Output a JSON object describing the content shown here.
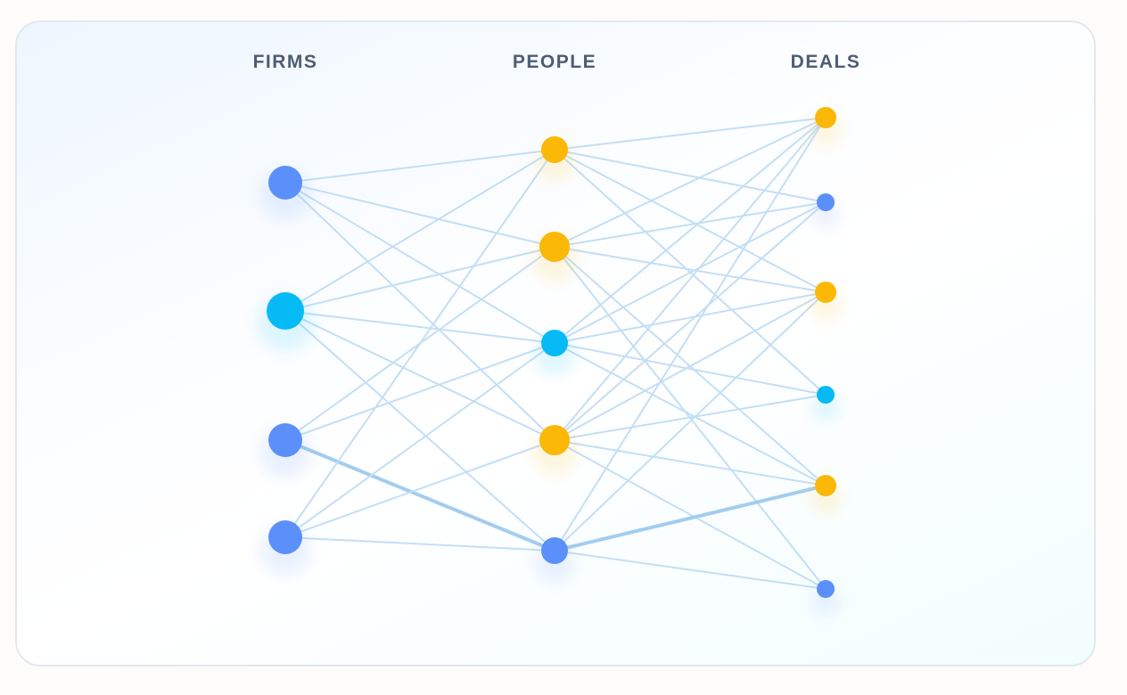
{
  "columns": [
    {
      "title": "FIRMS",
      "nodes": [
        {
          "id": "f1",
          "type": "blue",
          "size": "lg"
        },
        {
          "id": "f2",
          "type": "cyan",
          "size": "xl"
        },
        {
          "id": "f3",
          "type": "blue",
          "size": "lg"
        },
        {
          "id": "f4",
          "type": "blue",
          "size": "lg"
        }
      ]
    },
    {
      "title": "PEOPLE",
      "nodes": [
        {
          "id": "p1",
          "type": "yellow",
          "size": "md"
        },
        {
          "id": "p2",
          "type": "yellow",
          "size": "ml"
        },
        {
          "id": "p3",
          "type": "cyan",
          "size": "md"
        },
        {
          "id": "p4",
          "type": "yellow",
          "size": "ml"
        },
        {
          "id": "p5",
          "type": "blue",
          "size": "md"
        }
      ]
    },
    {
      "title": "DEALS",
      "nodes": [
        {
          "id": "d1",
          "type": "yellow",
          "size": "sm"
        },
        {
          "id": "d2",
          "type": "blue",
          "size": "xs"
        },
        {
          "id": "d3",
          "type": "yellow",
          "size": "sm"
        },
        {
          "id": "d4",
          "type": "cyan",
          "size": "xs"
        },
        {
          "id": "d5",
          "type": "yellow",
          "size": "sm"
        },
        {
          "id": "d6",
          "type": "blue",
          "size": "xs"
        }
      ]
    }
  ],
  "edges": [
    [
      "f1",
      "p1"
    ],
    [
      "f1",
      "p2"
    ],
    [
      "f1",
      "p3"
    ],
    [
      "f1",
      "p4"
    ],
    [
      "f2",
      "p1"
    ],
    [
      "f2",
      "p2"
    ],
    [
      "f2",
      "p3"
    ],
    [
      "f2",
      "p4"
    ],
    [
      "f2",
      "p5"
    ],
    [
      "f3",
      "p2"
    ],
    [
      "f3",
      "p3"
    ],
    [
      "f3",
      "p5",
      true
    ],
    [
      "f4",
      "p1"
    ],
    [
      "f4",
      "p3"
    ],
    [
      "f4",
      "p4"
    ],
    [
      "f4",
      "p5"
    ],
    [
      "p1",
      "d1"
    ],
    [
      "p1",
      "d2"
    ],
    [
      "p1",
      "d3"
    ],
    [
      "p1",
      "d4"
    ],
    [
      "p2",
      "d1"
    ],
    [
      "p2",
      "d2"
    ],
    [
      "p2",
      "d3"
    ],
    [
      "p2",
      "d5"
    ],
    [
      "p2",
      "d6"
    ],
    [
      "p3",
      "d1"
    ],
    [
      "p3",
      "d2"
    ],
    [
      "p3",
      "d3"
    ],
    [
      "p3",
      "d4"
    ],
    [
      "p3",
      "d5"
    ],
    [
      "p4",
      "d1"
    ],
    [
      "p4",
      "d2"
    ],
    [
      "p4",
      "d3"
    ],
    [
      "p4",
      "d4"
    ],
    [
      "p4",
      "d5"
    ],
    [
      "p4",
      "d6"
    ],
    [
      "p5",
      "d1"
    ],
    [
      "p5",
      "d3"
    ],
    [
      "p5",
      "d5",
      true
    ],
    [
      "p5",
      "d6"
    ]
  ],
  "colors": {
    "blue": "#5b8ff9",
    "cyan": "#06bbf5",
    "yellow": "#fbb806",
    "edge": "#c4def5",
    "edge_strong": "#a3cdee"
  }
}
